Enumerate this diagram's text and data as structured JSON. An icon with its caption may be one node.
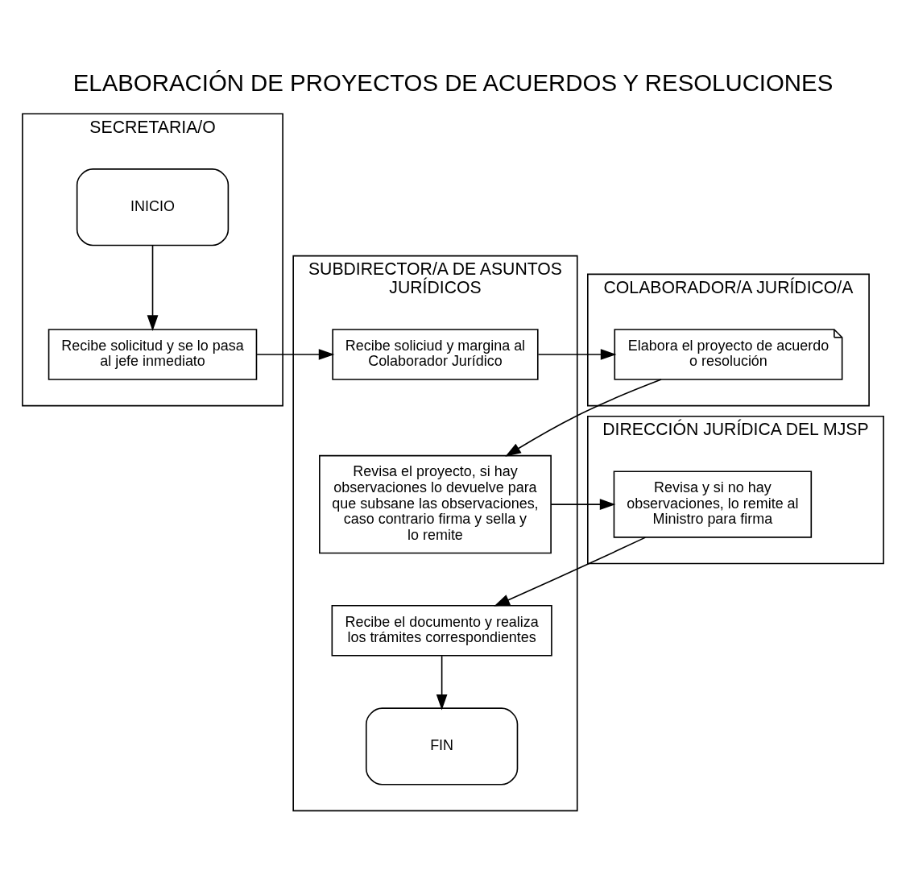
{
  "diagram": {
    "title": "ELABORACIÓN DE PROYECTOS DE ACUERDOS Y RESOLUCIONES",
    "nodes": [
      {
        "text": [
          "SECRETARIA/O"
        ]
      },
      {
        "text": [
          "INICIO"
        ],
        "in": 0
      },
      {
        "text": [
          "Recibe solicitud y se lo pasa al jefe inmediato"
        ],
        "in": 0
      },
      {
        "text": [
          "SUBDIRECTOR/A DE ASUNTOS JURÍDICOS"
        ]
      },
      {
        "text": [
          "Recibe soliciud y margina al Colaborador Jurídico"
        ],
        "in": 3
      },
      {
        "text": [
          "COLABORADOR/A JURÍDICO/A"
        ]
      },
      {
        "text": [
          "Elabora el proyecto de acuerdo o resolución"
        ],
        "in": 5
      },
      {
        "text": [
          "Revisa el proyecto, si hay observaciones lo devuelve para que subsane las observaciones, caso contrario firma y sella y lo remite"
        ],
        "in": 3
      },
      {
        "text": [
          "DIRECCIÓN JURÍDICA DEL MJSP"
        ]
      },
      {
        "text": [
          "Revisa y si no hay observaciones, lo remite al Ministro para firma"
        ],
        "in": 8
      },
      {
        "text": [
          "Recibe el documento y realiza los trámites correspondientes"
        ],
        "in": 3
      },
      {
        "text": [
          "FIN"
        ],
        "in": 3
      }
    ],
    "edges": [
      {
        "from": 1,
        "to": 2,
        "arrow": "to"
      },
      {
        "from": 2,
        "to": 4,
        "arrow": "to"
      },
      {
        "from": 4,
        "to": 6,
        "arrow": "to"
      },
      {
        "from": 6,
        "to": 7,
        "arrow": "to"
      },
      {
        "from": 7,
        "to": 9,
        "arrow": "to"
      },
      {
        "from": 9,
        "to": 10,
        "arrow": "to"
      },
      {
        "from": 10,
        "to": 11,
        "arrow": "to"
      }
    ]
  }
}
